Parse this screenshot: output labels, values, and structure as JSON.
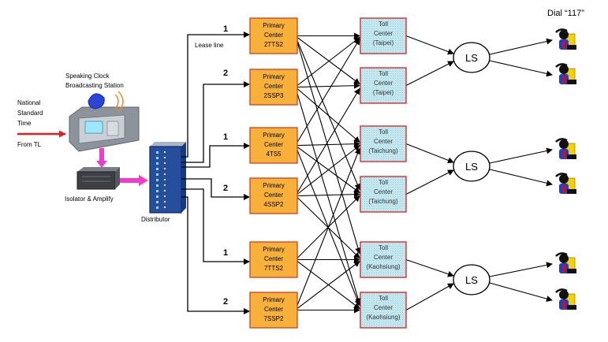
{
  "dial_label": "Dial “117”",
  "input": {
    "lines": [
      "National",
      "Standard",
      "Time"
    ],
    "from_label": "From TL"
  },
  "station": {
    "lines": [
      "Speaking Clock",
      "Broadcasting Station"
    ],
    "icon": "speaking-clock-station-icon"
  },
  "isolator": {
    "label": "Isolator & Amplify",
    "icon": "amplifier-icon"
  },
  "distributor": {
    "label": "Distributor",
    "icon": "distributor-rack-icon"
  },
  "lease_line_label": "Lease line",
  "primary_centers": [
    {
      "line1": "Primary",
      "line2": "Center",
      "code": "2TTS2",
      "branch": "1"
    },
    {
      "line1": "Primary",
      "line2": "Center",
      "code": "2SSP3",
      "branch": "2"
    },
    {
      "line1": "Primary",
      "line2": "Center",
      "code": "4TS5",
      "branch": "1"
    },
    {
      "line1": "Primary",
      "line2": "Center",
      "code": "4SSP2",
      "branch": "2"
    },
    {
      "line1": "Primary",
      "line2": "Center",
      "code": "7TTS2",
      "branch": "1"
    },
    {
      "line1": "Primary",
      "line2": "Center",
      "code": "7SSP2",
      "branch": "2"
    }
  ],
  "toll_centers": [
    {
      "line1": "Toll",
      "line2": "Center",
      "city": "(Taipei)"
    },
    {
      "line1": "Toll",
      "line2": "Center",
      "city": "(Taipei)"
    },
    {
      "line1": "Toll",
      "line2": "Center",
      "city": "(Taichung)"
    },
    {
      "line1": "Toll",
      "line2": "Center",
      "city": "(Taichung)"
    },
    {
      "line1": "Toll",
      "line2": "Center",
      "city": "(Kaohsiung)"
    },
    {
      "line1": "Toll",
      "line2": "Center",
      "city": "(Kaohsiung)"
    }
  ],
  "local_switches": [
    {
      "label": "LS"
    },
    {
      "label": "LS"
    },
    {
      "label": "LS"
    }
  ],
  "subscriber_icon": "telephone-user-icon",
  "colors": {
    "primary_fill": "#f7b13a",
    "primary_stroke": "#d04020",
    "toll_fill": "#bfe6ec",
    "toll_stroke": "#d02020",
    "input_arrow": "#e02020",
    "flow_arrow": "#ee3ec8"
  }
}
